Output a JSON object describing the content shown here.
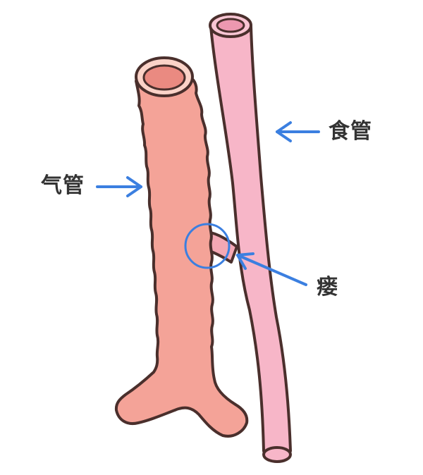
{
  "labels": {
    "trachea": "气管",
    "esophagus": "食管",
    "fistula": "瘘"
  },
  "colors": {
    "trachea_fill": "#f4a398",
    "trachea_inner": "#ea8a81",
    "esophagus_fill": "#f7b6c8",
    "esophagus_inner": "#ec98b0",
    "outline": "#4a2f2c",
    "arrow": "#3b7fe0",
    "circle": "#3b7fe0",
    "text": "#333333"
  }
}
